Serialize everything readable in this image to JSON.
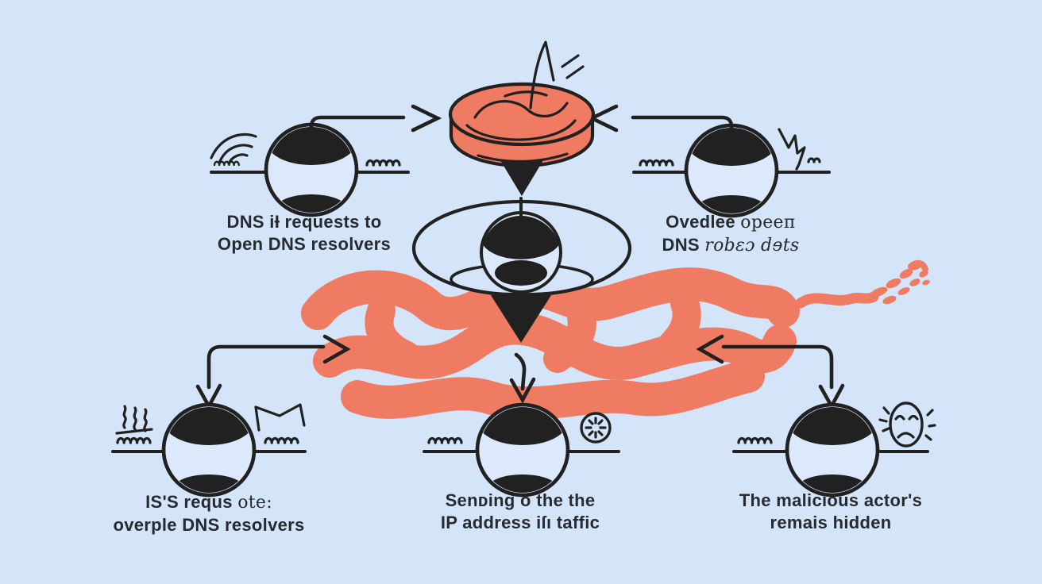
{
  "colors": {
    "bg": "#d4e4f9",
    "coral": "#ee7b62",
    "ink": "#212121",
    "sphere": "#dce9fc",
    "text": "#272a2f"
  },
  "nodes": {
    "top_left": {
      "line1": "DNS iƗ requests to",
      "line2": "Open DNS resolvers"
    },
    "top_right": {
      "line1_bold": "Ovedlee ",
      "line1_alt": "opeeп",
      "line2_bold": "DNS ",
      "line2_alt": "robɛɔ dɘts"
    },
    "bottom_left": {
      "line1_bold": "IS'S requs ",
      "line1_alt": "ote:",
      "line2": "overple DNS resolvers"
    },
    "bottom_center": {
      "line1": "Senᴅing o the the",
      "line2": "IP address iſı taffic"
    },
    "bottom_right": {
      "line1": "The malicious actor's",
      "line2": "remais hidden"
    }
  },
  "decorations": [
    "radio-waves",
    "squiggle",
    "steam",
    "zigzag-flag",
    "lightning-bolt",
    "asterisk-burst",
    "sad-face",
    "antenna-spark",
    "coral-splash",
    "coral-scribble"
  ]
}
